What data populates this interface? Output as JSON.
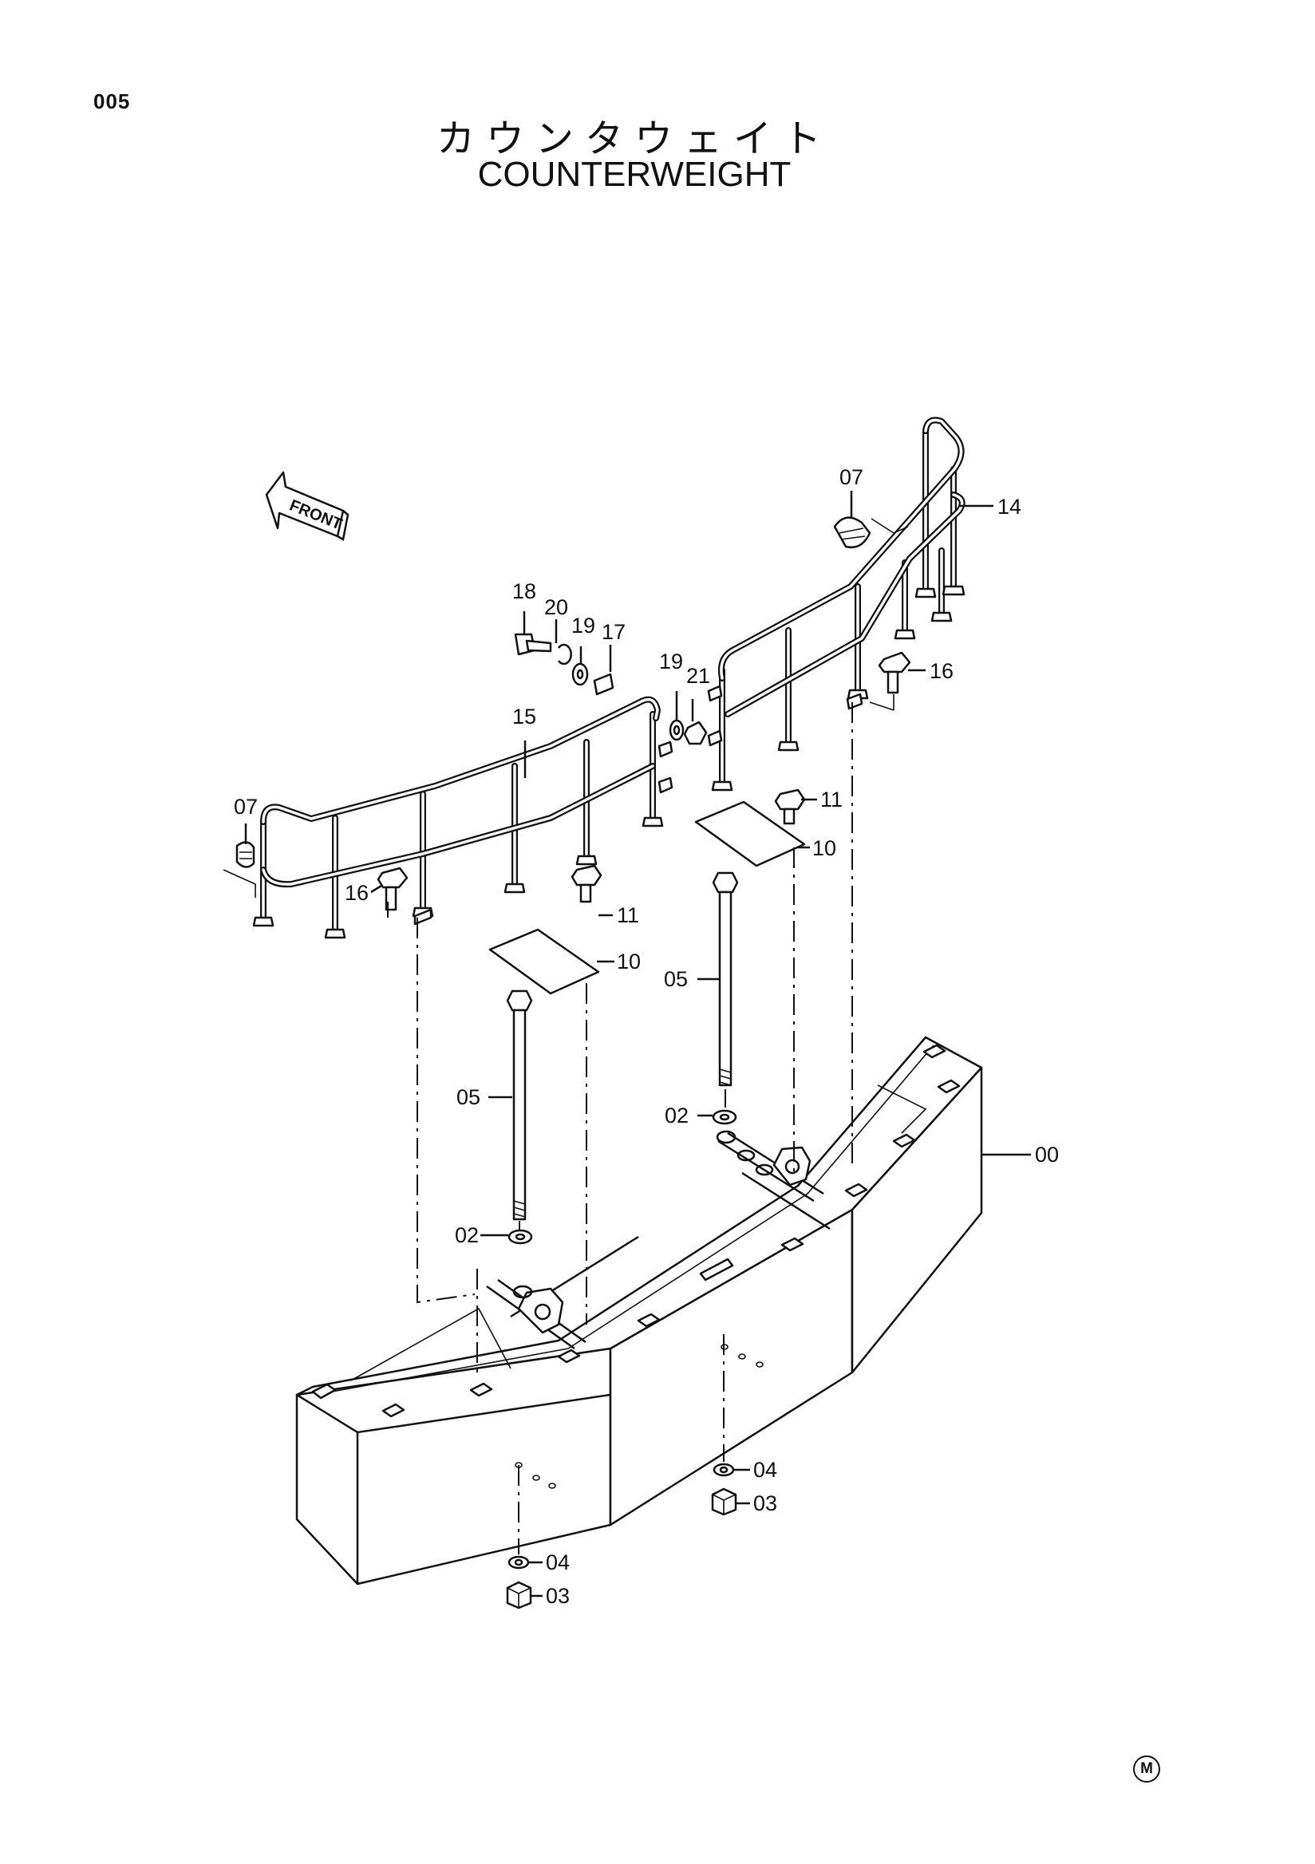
{
  "page": {
    "number": "005",
    "title_jp": "カウンタウェイト",
    "title_en": "COUNTERWEIGHT",
    "marker": "M"
  },
  "diagram": {
    "direction_label": "FRONT",
    "callouts": [
      {
        "id": "07-right",
        "label": "07"
      },
      {
        "id": "14",
        "label": "14"
      },
      {
        "id": "18",
        "label": "18"
      },
      {
        "id": "20",
        "label": "20"
      },
      {
        "id": "19-top",
        "label": "19"
      },
      {
        "id": "17",
        "label": "17"
      },
      {
        "id": "19-mid",
        "label": "19"
      },
      {
        "id": "21",
        "label": "21"
      },
      {
        "id": "16-right",
        "label": "16"
      },
      {
        "id": "15",
        "label": "15"
      },
      {
        "id": "07-left",
        "label": "07"
      },
      {
        "id": "11-right",
        "label": "11"
      },
      {
        "id": "10-right",
        "label": "10"
      },
      {
        "id": "16-left",
        "label": "16"
      },
      {
        "id": "11-left",
        "label": "11"
      },
      {
        "id": "10-left",
        "label": "10"
      },
      {
        "id": "05-right",
        "label": "05"
      },
      {
        "id": "05-left",
        "label": "05"
      },
      {
        "id": "02-right",
        "label": "02"
      },
      {
        "id": "00",
        "label": "00"
      },
      {
        "id": "02-left",
        "label": "02"
      },
      {
        "id": "04-right",
        "label": "04"
      },
      {
        "id": "03-right",
        "label": "03"
      },
      {
        "id": "04-left",
        "label": "04"
      },
      {
        "id": "03-left",
        "label": "03"
      }
    ]
  }
}
